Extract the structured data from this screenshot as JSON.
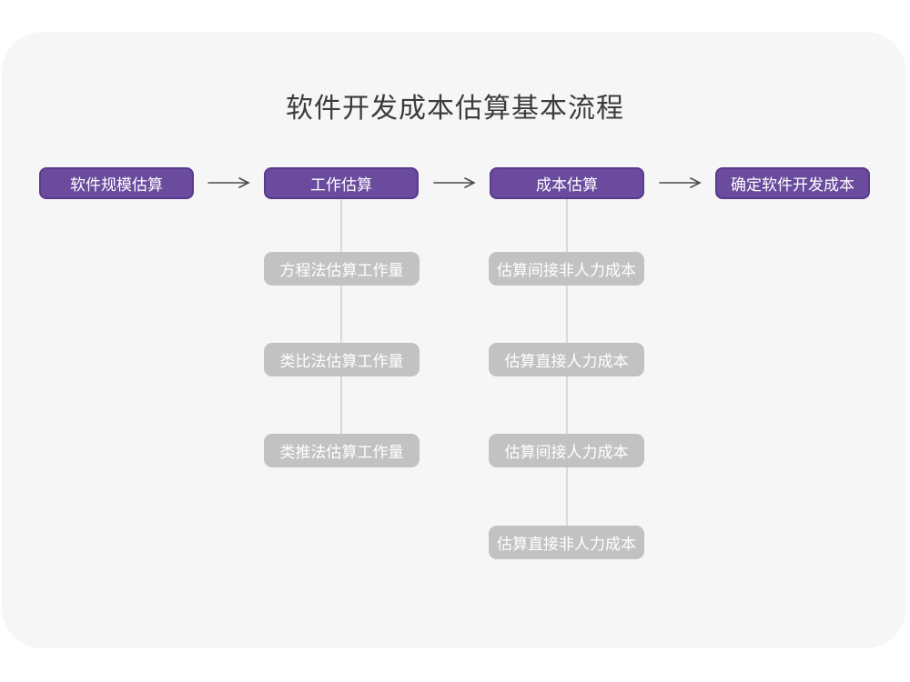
{
  "diagram": {
    "title": "软件开发成本估算基本流程",
    "type": "flowchart",
    "colors": {
      "node_primary_fill": "#6a4b9d",
      "node_primary_border": "#5a3a8c",
      "node_secondary_fill": "#c2c2c2",
      "node_text": "#ffffff",
      "connector_line": "#d9d9d9",
      "arrow": "#4a4a4a",
      "card_background": "#f6f6f7",
      "title_text": "#3c3c3c"
    },
    "main_flow": [
      {
        "label": "软件规模估算"
      },
      {
        "label": "工作估算"
      },
      {
        "label": "成本估算"
      },
      {
        "label": "确定软件开发成本"
      }
    ],
    "work_estimation_methods": [
      {
        "label": "方程法估算工作量"
      },
      {
        "label": "类比法估算工作量"
      },
      {
        "label": "类推法估算工作量"
      }
    ],
    "cost_estimation_steps": [
      {
        "label": "估算间接非人力成本"
      },
      {
        "label": "估算直接人力成本"
      },
      {
        "label": "估算间接人力成本"
      },
      {
        "label": "估算直接非人力成本"
      }
    ]
  }
}
